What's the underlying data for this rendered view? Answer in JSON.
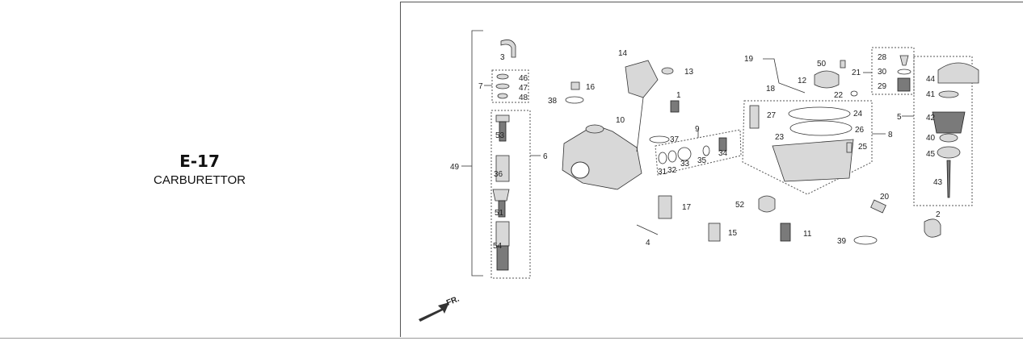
{
  "section": {
    "code": "E-17",
    "title": "CARBURETTOR"
  },
  "direction_label": "FR.",
  "callouts": [
    "3",
    "46",
    "7",
    "47",
    "48",
    "53",
    "49",
    "6",
    "36",
    "51",
    "54",
    "14",
    "13",
    "16",
    "38",
    "1",
    "10",
    "37",
    "9",
    "34",
    "31",
    "32",
    "33",
    "35",
    "17",
    "4",
    "15",
    "19",
    "18",
    "12",
    "50",
    "21",
    "28",
    "30",
    "29",
    "22",
    "27",
    "24",
    "44",
    "41",
    "5",
    "42",
    "40",
    "45",
    "43",
    "23",
    "26",
    "8",
    "25",
    "52",
    "11",
    "20",
    "39",
    "2"
  ]
}
